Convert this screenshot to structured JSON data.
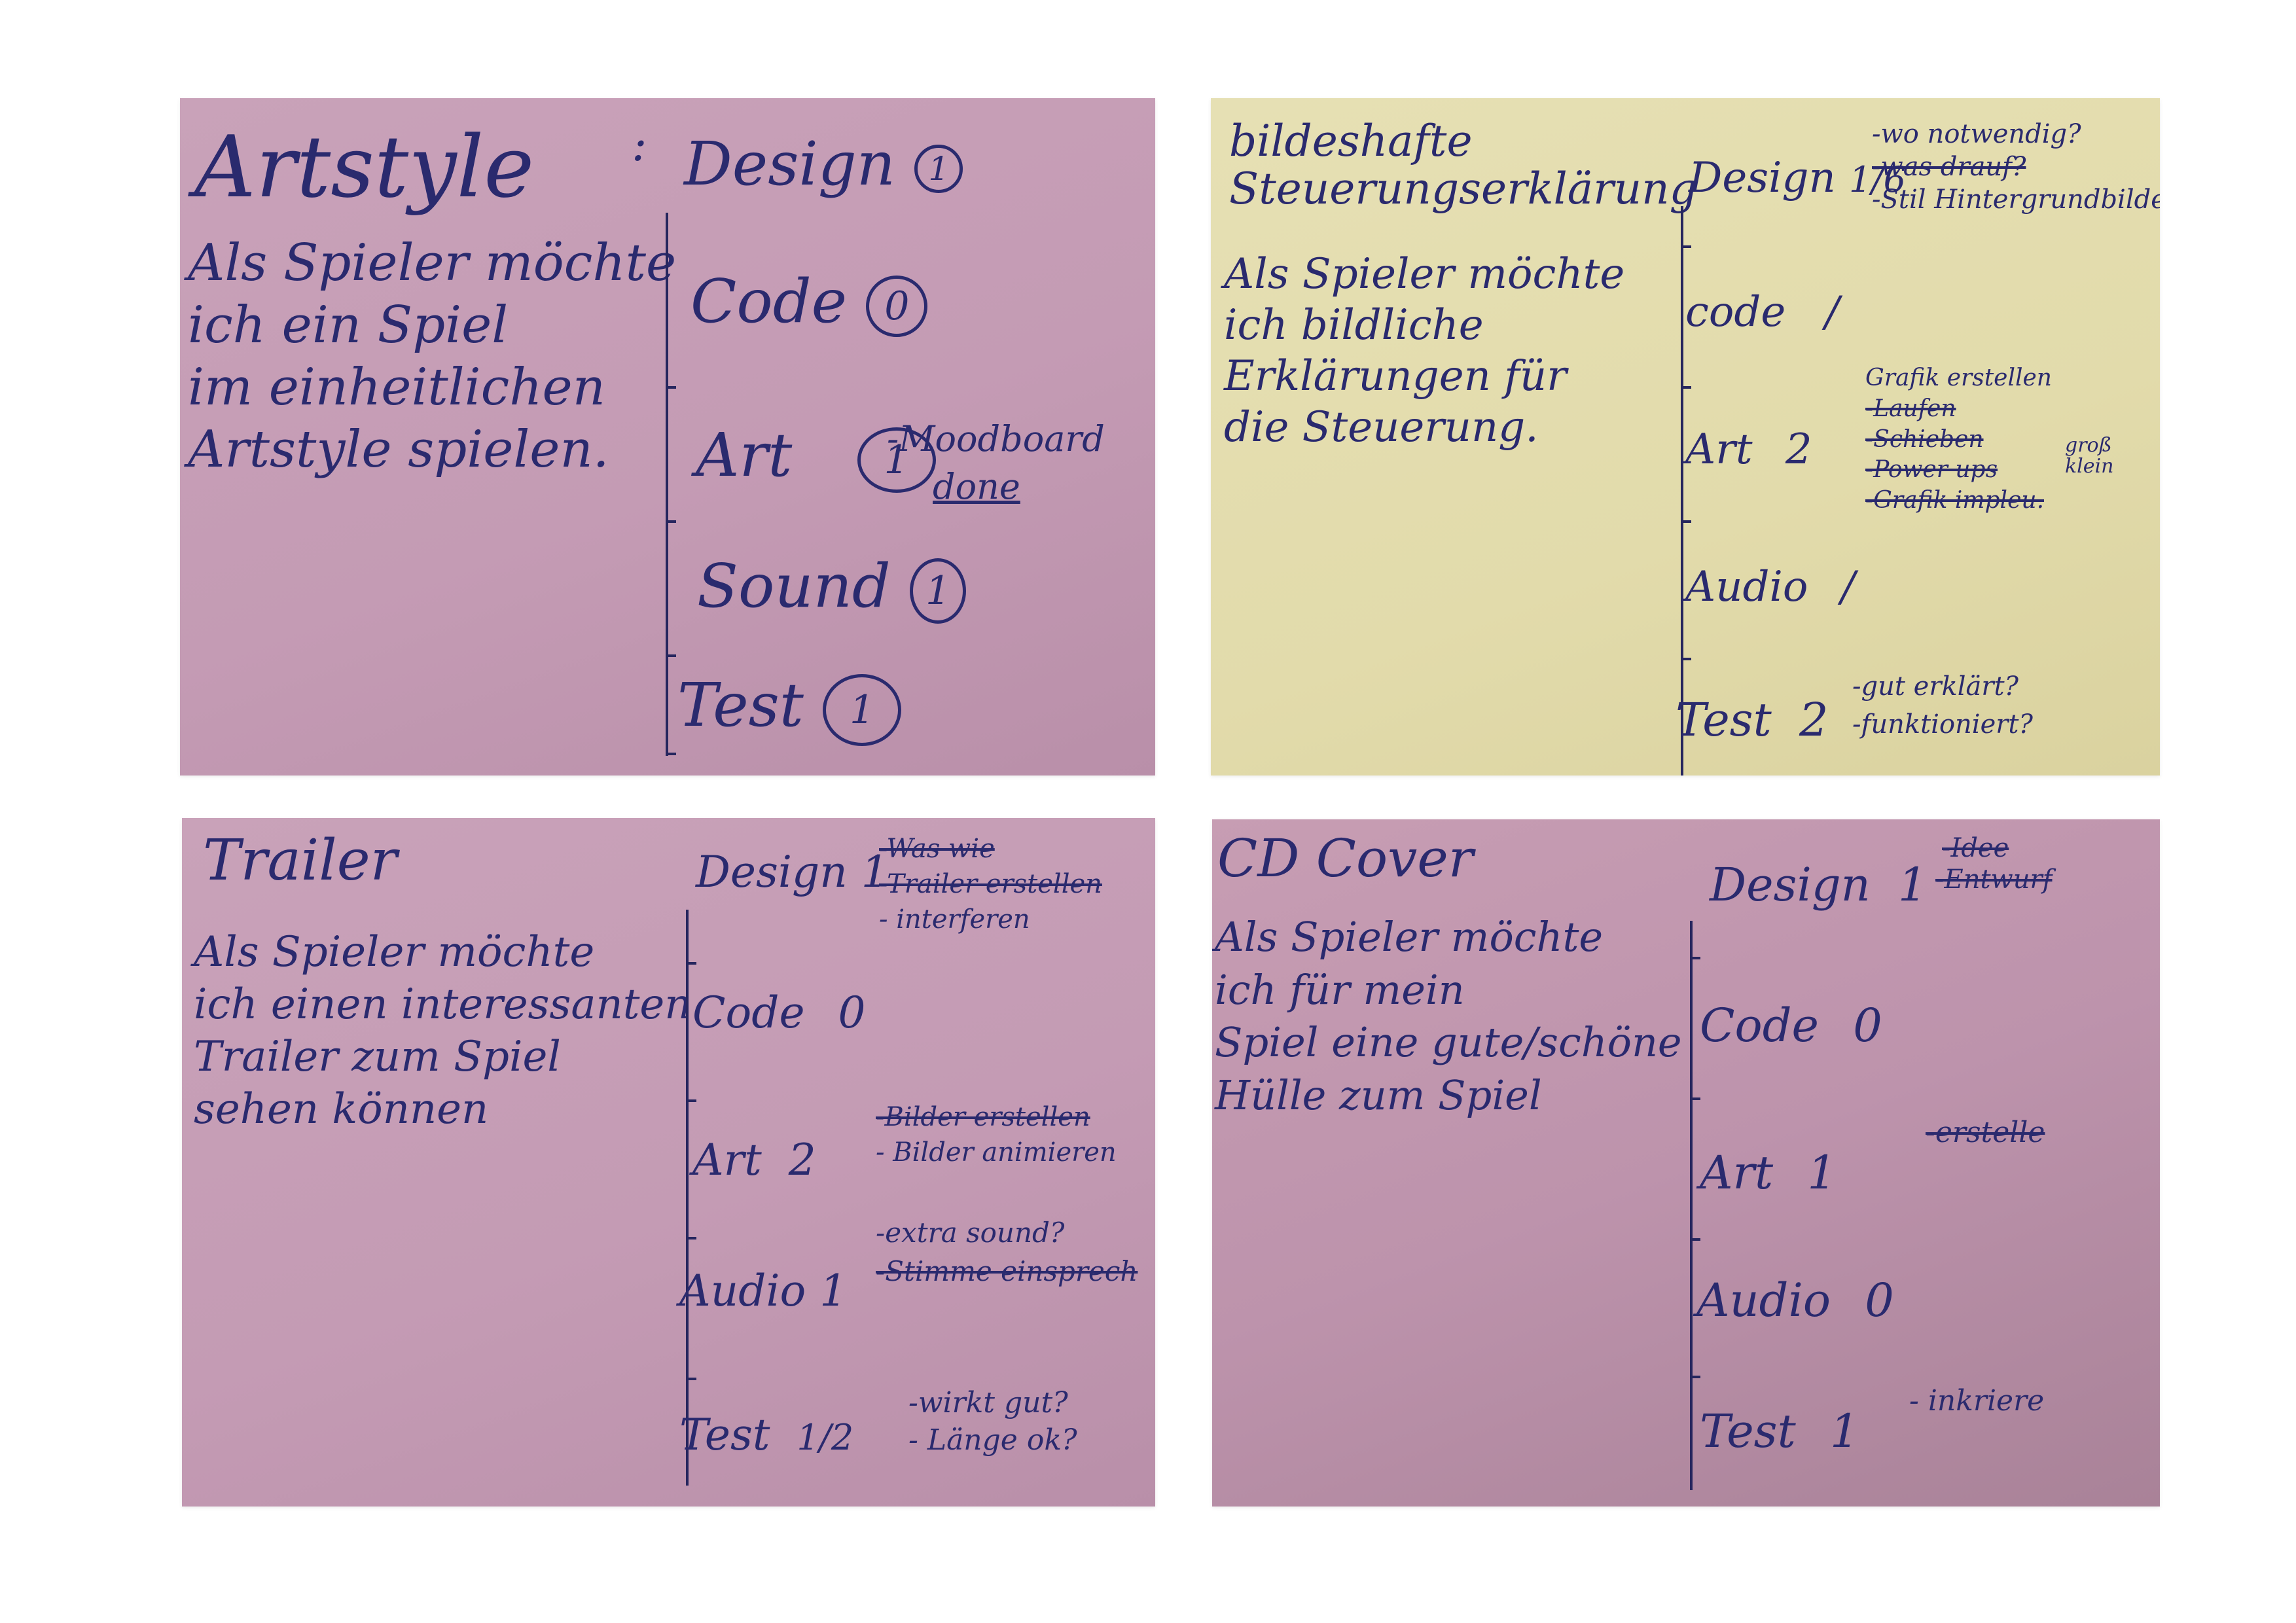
{
  "cards": [
    {
      "title": "Artstyle",
      "story": "Als Spieler möchte\nich ein Spiel\nim einheitlichen\nArtstyle spielen.",
      "tasks": [
        {
          "label": "Design",
          "value": "1"
        },
        {
          "label": "Code",
          "value": "0"
        },
        {
          "label": "Art",
          "value": "1"
        },
        {
          "label": "Sound",
          "value": "1"
        },
        {
          "label": "Test",
          "value": "1"
        }
      ],
      "notes": [
        "-Moodboard",
        "done"
      ]
    },
    {
      "title": "bildeshafte\nSteuerungserklärung",
      "story": "Als Spieler möchte\nich bildliche\nErklärungen für\ndie Steuerung.",
      "tasks": [
        {
          "label": "Design",
          "value": "1/6"
        },
        {
          "label": "code",
          "value": "/"
        },
        {
          "label": "Art",
          "value": "2"
        },
        {
          "label": "Audio",
          "value": "/"
        },
        {
          "label": "Test",
          "value": "2"
        }
      ],
      "design_notes": [
        "-wo notwendig?",
        "-was drauf?",
        "-Stil Hintergrundbilder"
      ],
      "art_notes": [
        "Grafik erstellen",
        "-Laufen",
        "-Schieben",
        "-Power ups",
        "-Grafik impleu."
      ],
      "art_side": "groß\nklein",
      "test_notes": [
        "-gut erklärt?",
        "-funktioniert?"
      ]
    },
    {
      "title": "Trailer",
      "story": "Als Spieler möchte\nich einen interessanten\nTrailer zum Spiel\nsehen können",
      "tasks": [
        {
          "label": "Design",
          "value": "1"
        },
        {
          "label": "Code",
          "value": "0"
        },
        {
          "label": "Art",
          "value": "2"
        },
        {
          "label": "Audio",
          "value": "1"
        },
        {
          "label": "Test",
          "value": "1/2"
        }
      ],
      "design_notes": [
        "-Was wie",
        "-Trailer erstellen",
        "- interferen"
      ],
      "art_notes": [
        "-Bilder erstellen",
        "- Bilder animieren"
      ],
      "audio_notes": [
        "-extra sound?",
        "-Stimme einsprech"
      ],
      "test_notes": [
        "-wirkt gut?",
        "- Länge ok?"
      ]
    },
    {
      "title": "CD Cover",
      "story": "Als Spieler möchte\nich für mein\nSpiel eine gute/schöne\nHülle zum Spiel",
      "tasks": [
        {
          "label": "Design",
          "value": "1"
        },
        {
          "label": "Code",
          "value": "0"
        },
        {
          "label": "Art",
          "value": "1"
        },
        {
          "label": "Audio",
          "value": "0"
        },
        {
          "label": "Test",
          "value": "1"
        }
      ],
      "design_notes": [
        "-Idee",
        "-Entwurf"
      ],
      "art_notes": [
        "-erstelle"
      ],
      "test_notes": [
        "- inkriere"
      ]
    }
  ]
}
